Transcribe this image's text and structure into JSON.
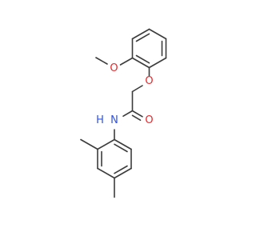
{
  "molecule": {
    "atoms": {
      "methoxy_oxygen": {
        "symbol": "O",
        "color": "#e8272b"
      },
      "ether_oxygen": {
        "symbol": "O",
        "color": "#e8272b"
      },
      "carbonyl_oxygen": {
        "symbol": "O",
        "color": "#e8272b"
      },
      "amide_nitrogen": {
        "symbol": "N",
        "color": "#3052e6"
      },
      "amide_hydrogen": {
        "symbol": "H",
        "color": "#3052e6"
      }
    },
    "bond_color": "#3c3c3c",
    "background": "#ffffff"
  }
}
